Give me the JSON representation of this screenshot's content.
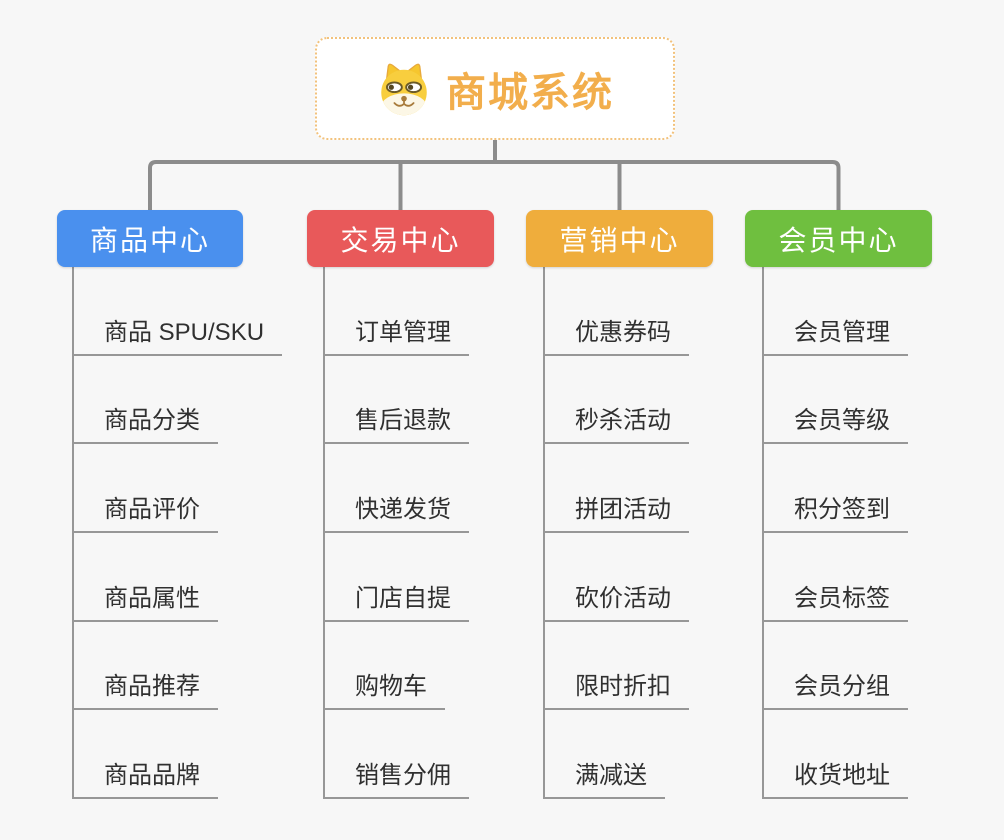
{
  "root": {
    "title": "商城系统",
    "icon": "dog-face-icon"
  },
  "colors": {
    "background": "#F7F7F7",
    "root_border": "#F2C27C",
    "root_text": "#F2AE4C",
    "connector": "#8C8C8C",
    "leaf_line": "#979797",
    "leaf_text": "#303030",
    "branch_product": "#4A90EE",
    "branch_trade": "#E8595A",
    "branch_marketing": "#EFAD3C",
    "branch_member": "#6FBF3F"
  },
  "columns": [
    {
      "label": "商品中心",
      "color": "#4A90EE",
      "items": [
        "商品 SPU/SKU",
        "商品分类",
        "商品评价",
        "商品属性",
        "商品推荐",
        "商品品牌"
      ]
    },
    {
      "label": "交易中心",
      "color": "#E8595A",
      "items": [
        "订单管理",
        "售后退款",
        "快递发货",
        "门店自提",
        "购物车",
        "销售分佣"
      ]
    },
    {
      "label": "营销中心",
      "color": "#EFAD3C",
      "items": [
        "优惠券码",
        "秒杀活动",
        "拼团活动",
        "砍价活动",
        "限时折扣",
        "满减送"
      ]
    },
    {
      "label": "会员中心",
      "color": "#6FBF3F",
      "items": [
        "会员管理",
        "会员等级",
        "积分签到",
        "会员标签",
        "会员分组",
        "收货地址"
      ]
    }
  ]
}
